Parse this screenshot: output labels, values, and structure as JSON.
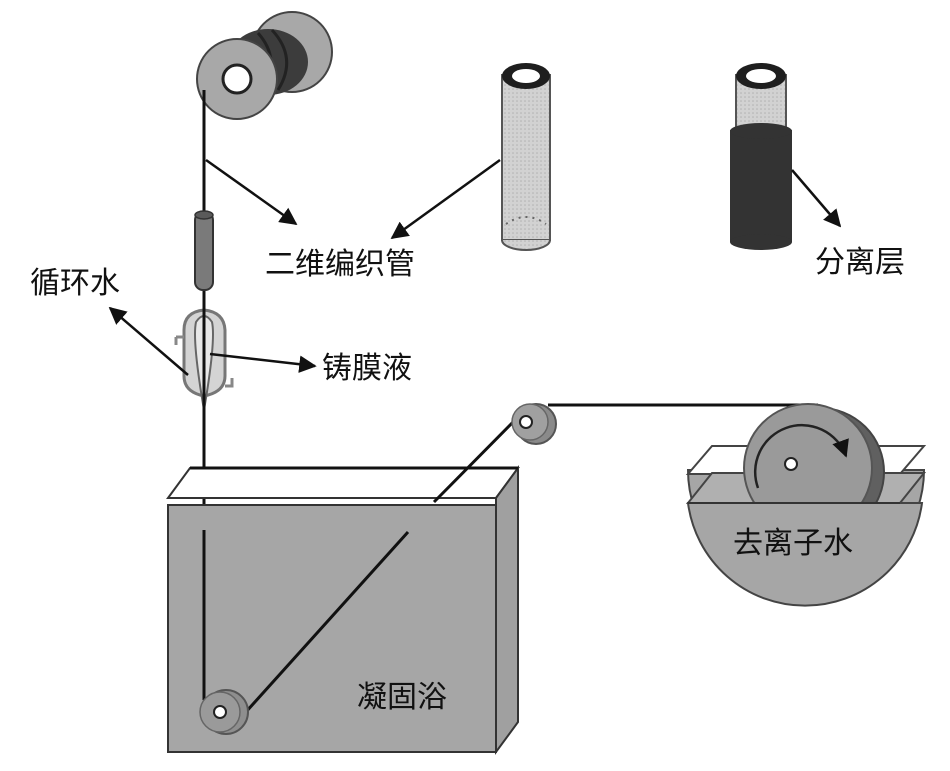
{
  "diagram": {
    "title": "",
    "labels": {
      "braided_tube": "二维编织管",
      "circulating_water": "循环水",
      "casting_solution": "铸膜液",
      "separation_layer": "分离层",
      "deionized_water": "去离子水",
      "coagulation_bath": "凝固浴"
    },
    "colors": {
      "stroke": "#111111",
      "medium_gray": "#9a9a9a",
      "light_gray": "#c8c8c8",
      "dark_gray": "#3a3a3a",
      "bath_fill": "#a6a6a6",
      "spinneret_fill": "#d0d0d0"
    }
  }
}
